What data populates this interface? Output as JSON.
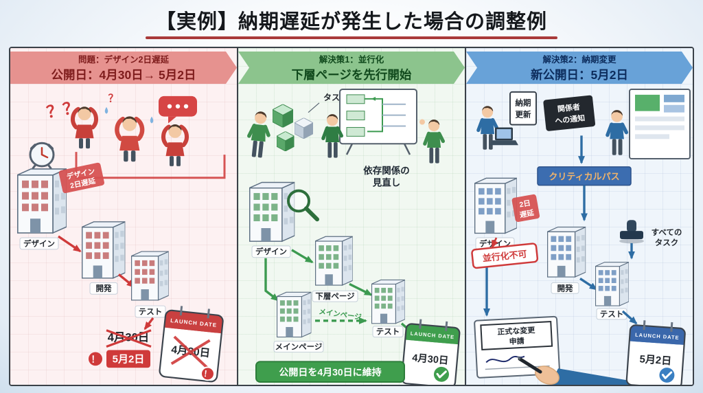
{
  "title": "【実例】納期遅延が発生した場合の調整例",
  "colors": {
    "problem_red": "#cf3a3a",
    "solution_green": "#3c9a50",
    "change_blue": "#2e6da4"
  },
  "panel1": {
    "header_top": "問題：デザイン2日遅延",
    "header_main": "公開日：4月30日→ 5月2日",
    "qmarks": "？？",
    "qmark": "？",
    "excl": "！",
    "delay_badge_line1": "デザイン",
    "delay_badge_line2": "2日遅延",
    "building_design": "デザイン",
    "building_dev": "開発",
    "building_test": "テスト",
    "old_date": "4月30日",
    "new_date": "5月2日",
    "calendar_header": "LAUNCH DATE",
    "calendar_date": "4月30日",
    "calendar_excl": "！"
  },
  "panel2": {
    "header_top": "解決策1：並行化",
    "header_main": "下層ページを先行開始",
    "task_label": "タスク関係",
    "review_line1": "依存関係の",
    "review_line2": "見直し",
    "building_design": "デザイン",
    "building_sub": "下層ページ",
    "main_page_note": "メインページ",
    "building_main": "メインページ",
    "building_test": "テスト",
    "calendar_header": "LAUNCH DATE",
    "calendar_date": "4月30日",
    "footer": "公開日を4月30日に維持"
  },
  "panel3": {
    "header_top": "解決策2：納期変更",
    "header_main": "新公開日：5月2日",
    "sign_deadline_line1": "納期",
    "sign_deadline_line2": "更新",
    "sign_notify_line1": "関係者",
    "sign_notify_line2": "への通知",
    "building_design": "デザイン",
    "delay_line1": "2日",
    "delay_line2": "遅延",
    "critical_path": "クリティカルパス",
    "no_parallel": "並行化不可",
    "building_dev": "開発",
    "building_test": "テスト",
    "all_tasks_line1": "すべての",
    "all_tasks_line2": "タスク",
    "request_line1": "正式な変更",
    "request_line2": "申請",
    "calendar_header": "LAUNCH DATE",
    "calendar_date": "5月2日"
  }
}
